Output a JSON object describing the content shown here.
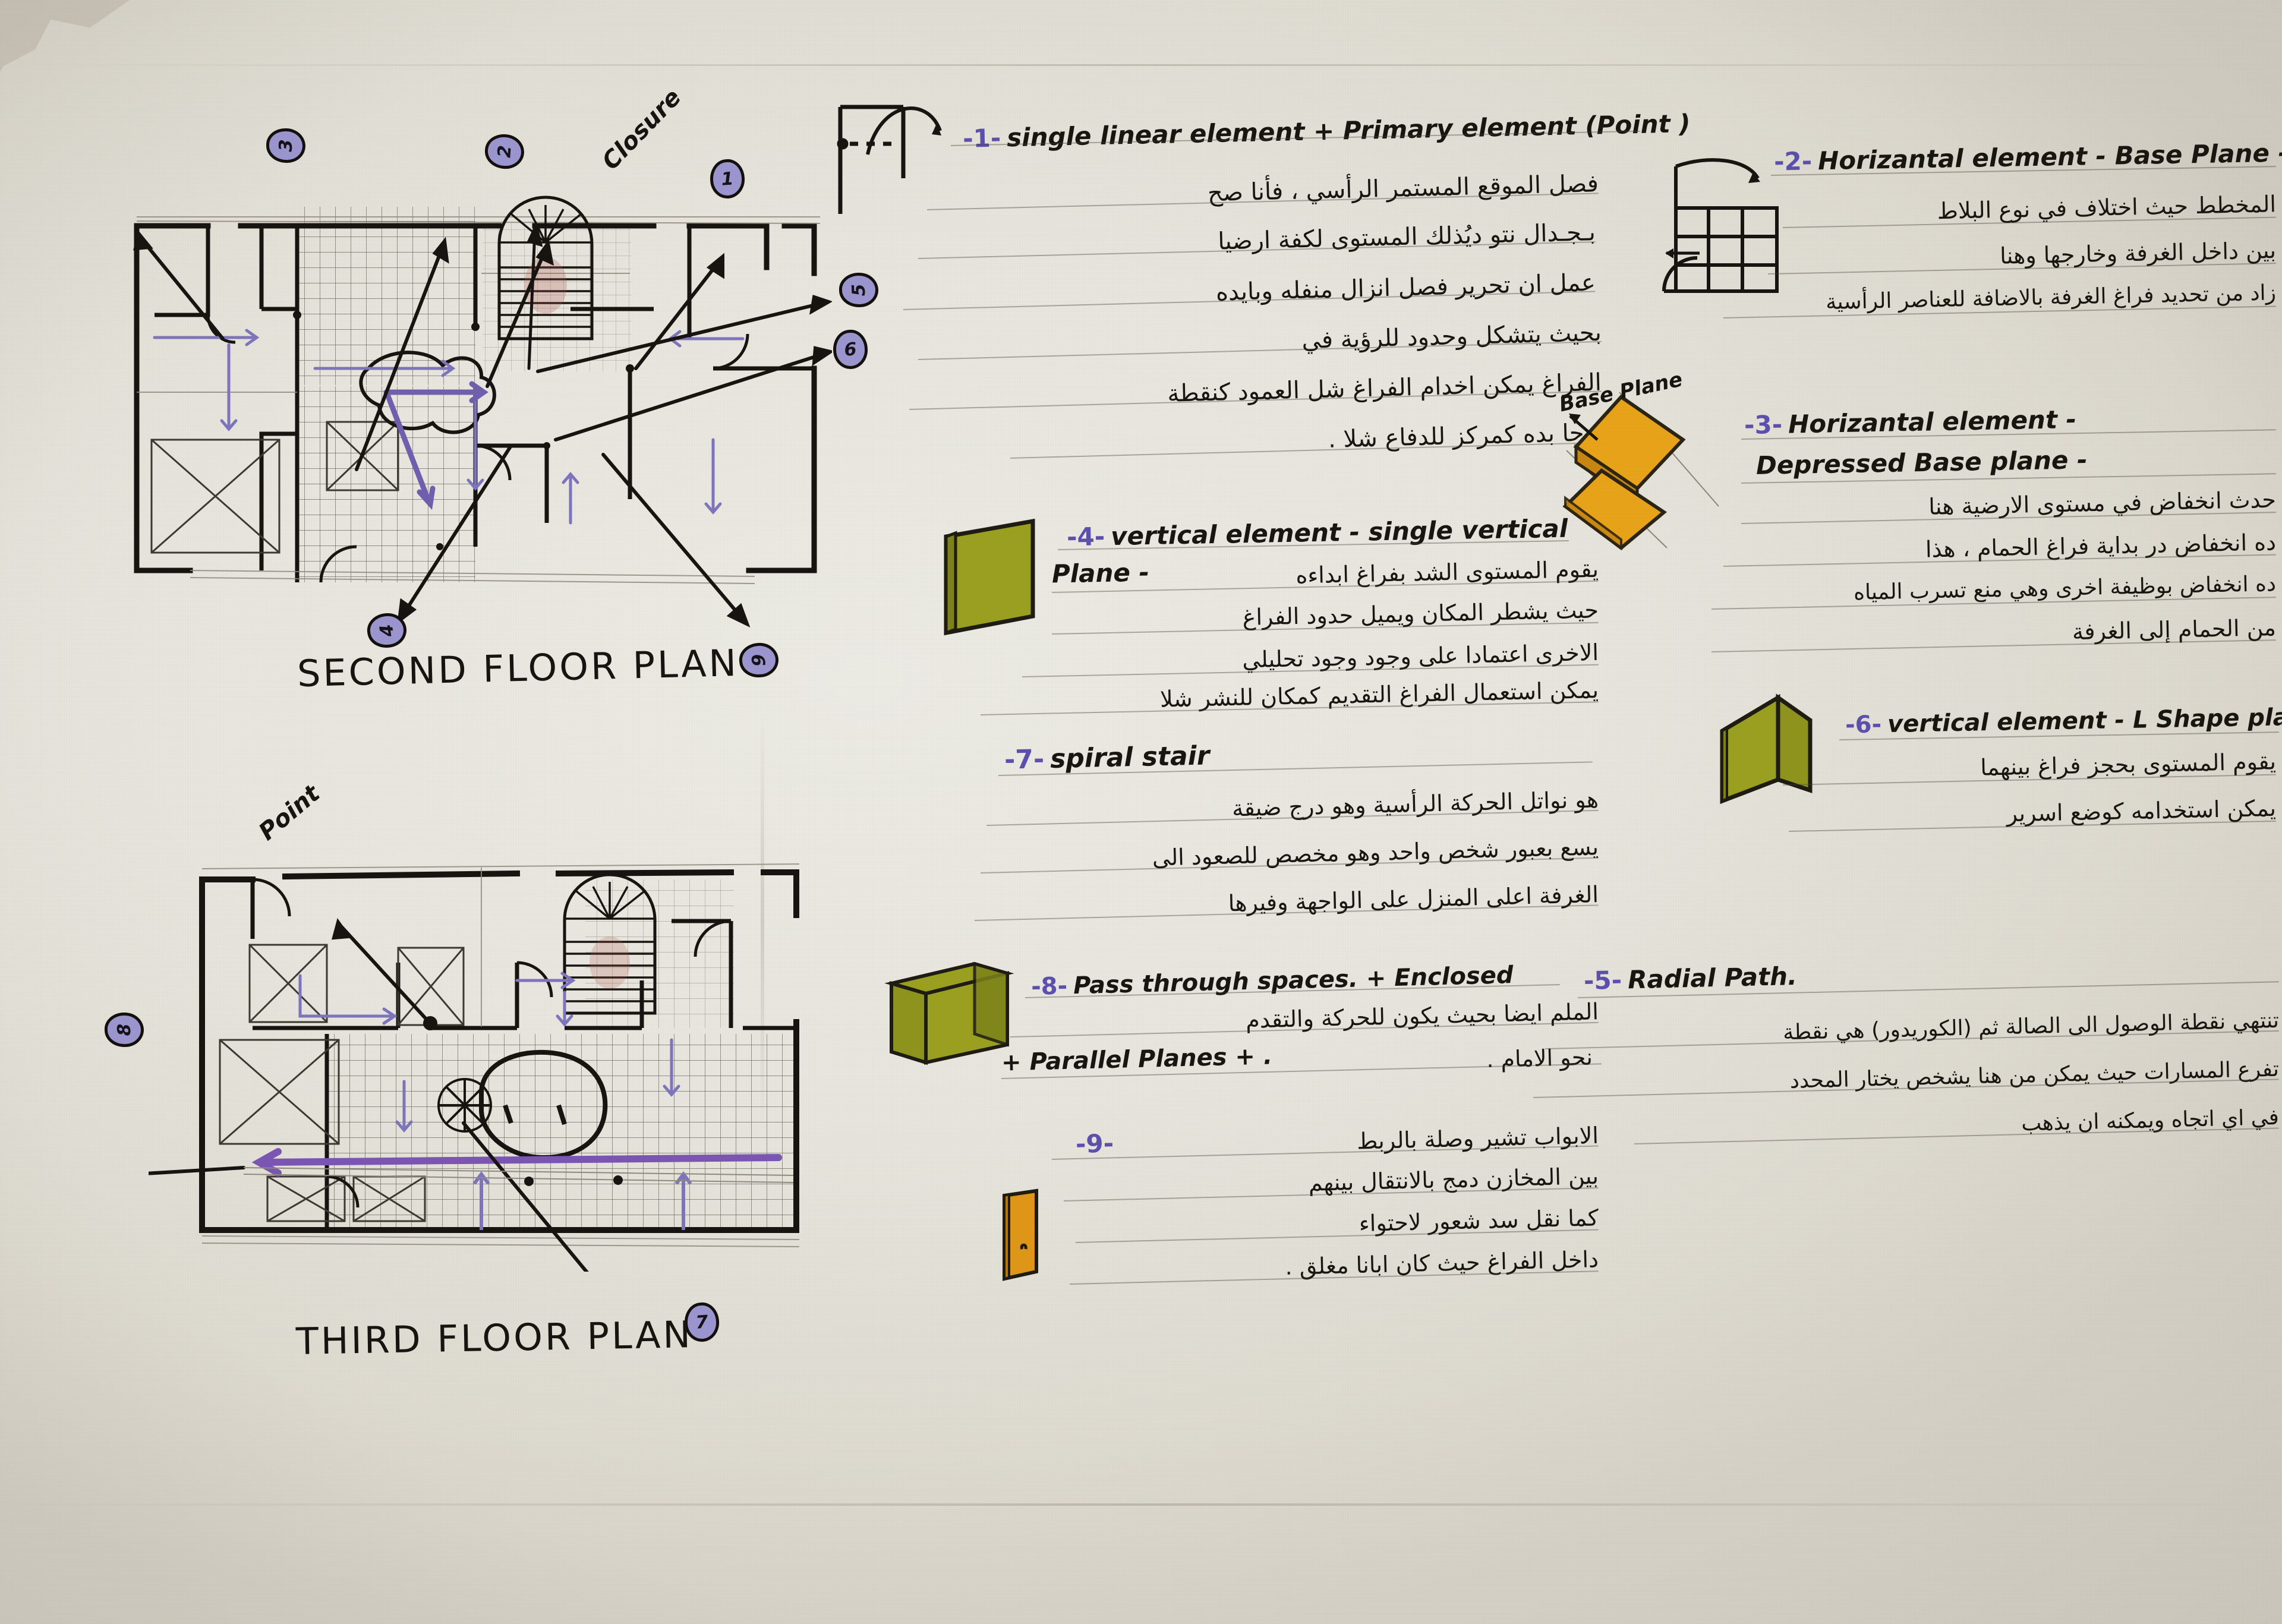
{
  "sheet": {
    "paper_color": "#e8e6de",
    "ink_color": "#15120f",
    "marker_fill": "#9b95d0",
    "highlight_olive": "#9aa01e",
    "highlight_orange": "#e8a317",
    "rule_color": "#46413a"
  },
  "plans": {
    "second": {
      "title": "SECOND FLOOR PLAN",
      "annotations": [
        {
          "label": "Closure"
        }
      ],
      "markers": [
        "3",
        "2",
        "1",
        "5",
        "6",
        "4",
        "9"
      ]
    },
    "third": {
      "title": "THIRD FLOOR PLAN",
      "annotations": [
        {
          "label": "Point"
        }
      ],
      "markers": [
        "8",
        "7"
      ]
    }
  },
  "notes": {
    "column_left": [
      {
        "num": "-1-",
        "heading": "single linear element  + Primary element (Point )",
        "body": [
          "فصل الموقع المستمر الرأسي ، فأنا صح",
          "بـجـدال نتو ديُذلك المستوى لكفة ارضيا",
          "عمل ان تحرير فصل انزال منفله وبايده",
          "بحيث يتشكل وحدود للرؤية في",
          "الفراغ يمكن اخدام الفراغ شل العمود كنقطة",
          "وحا بده كمركز للدفاع شلا ."
        ]
      },
      {
        "num": "-4-",
        "heading": "vertical element - single vertical",
        "heading2": "Plane -",
        "body": [
          "يقوم المستوى الشد بفراغ ابداءه",
          "حيث يشطر المكان ويميل حدود الفراغ",
          "الاخرى اعتمادا على وجود وجود تحليلي",
          "يمكن استعمال الفراغ التقديم كمكان للنشر شلا"
        ],
        "shape": "single-vertical-plane"
      },
      {
        "num": "-7-",
        "heading": "spiral stair",
        "body": [
          "هو نواتل الحركة الرأسية وهو درج ضيقة",
          "يسع بعبور شخص واحد وهو مخصص للصعود الى",
          "الغرفة اعلى المنزل على الواجهة وفيرها"
        ]
      },
      {
        "num": "-8-",
        "heading": "Pass through spaces. + Enclosed",
        "heading2": "+ Parallel Planes + .",
        "body": [
          "الملم ايضا بحيث يكون للحركة والتقدم",
          "نحو الامام ."
        ],
        "shape": "parallel-planes"
      },
      {
        "num": "-9-",
        "heading": "",
        "body": [
          "الابواب تشير وصلة بالربط",
          "بين المخازن دمج بالانتقال بينهم",
          "كما نقل سد شعور لاحتواء",
          "داخل الفراغ حيث كان ابانا مغلق ."
        ],
        "shape": "small-orange-panel"
      }
    ],
    "column_right": [
      {
        "num": "-2-",
        "heading": "Horizantal element - Base Plane -",
        "body": [
          "المخطط حيث اختلاف في نوع البلاط",
          "بين داخل الغرفة وخارجها وهنا",
          "زاد من تحديد فراغ الغرفة بالاضافة للعناصر الرأسية"
        ],
        "shape": "base-plane-grid"
      },
      {
        "num": "-3-",
        "heading": "Horizantal element -",
        "heading2": "Depressed Base plane -",
        "shape_label": "Base Plane",
        "body": [
          "حدث انخفاض في مستوى الارضية هنا",
          "ده انخفاض در بداية فراغ الحمام ، هذا",
          "ده انخفاض بوظيفة اخرى وهي منع تسرب المياه",
          "من الحمام إلى الغرفة"
        ],
        "shape": "depressed-base-plane"
      },
      {
        "num": "-6-",
        "heading": "vertical element - L Shape plane -",
        "body": [
          "يقوم المستوى بحجز فراغ بينهما",
          "يمكن استخدامه كوضع اسرير"
        ],
        "shape": "l-shape-plane"
      },
      {
        "num": "-5-",
        "heading": "Radial Path.",
        "body": [
          "تنتهي نقطة الوصول الى الصالة ثم (الكوريدور) هي نقطة",
          "تفرع المسارات حيث يمكن من هنا يشخص يختار المحدد",
          "في اي اتجاه ويمكنه ان يذهب"
        ]
      }
    ]
  }
}
